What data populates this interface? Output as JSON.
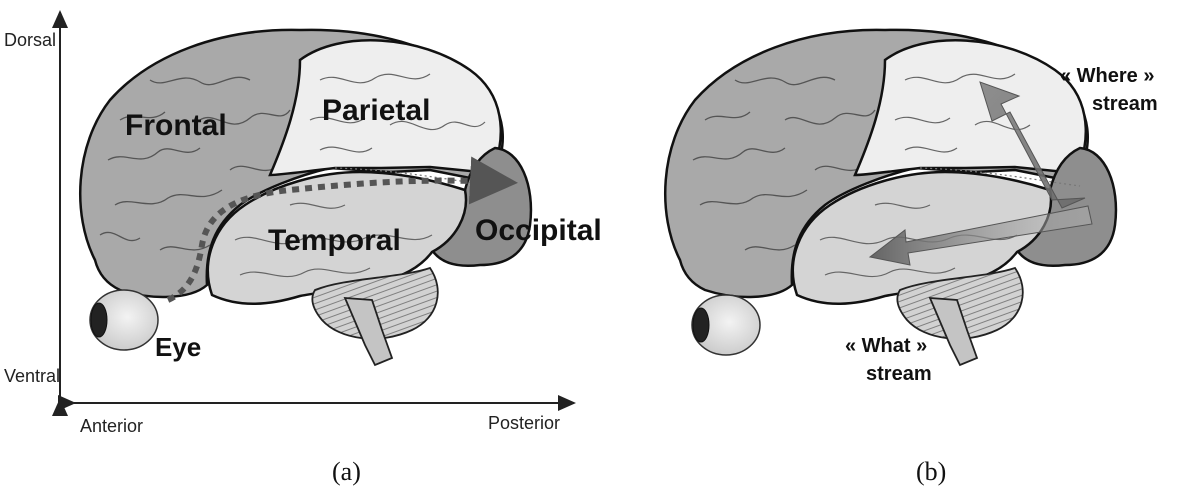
{
  "axes": {
    "dorsal": "Dorsal",
    "ventral": "Ventral",
    "anterior": "Anterior",
    "posterior": "Posterior"
  },
  "panel_a": {
    "caption": "(a)",
    "lobes": {
      "frontal": "Frontal",
      "parietal": "Parietal",
      "temporal": "Temporal",
      "occipital": "Occipital"
    },
    "eye_label": "Eye"
  },
  "panel_b": {
    "caption": "(b)",
    "where_stream": {
      "line1": "« Where »",
      "line2": "stream"
    },
    "what_stream": {
      "line1": "« What »",
      "line2": "stream"
    }
  },
  "colors": {
    "frontal": "#a9a9a9",
    "parietal": "#eeeeee",
    "temporal": "#d4d4d4",
    "occipital": "#8e8e8e",
    "cerebellum": "#cfcfcf",
    "pathway": "#555555",
    "stream_arrow": "#7a7a7a"
  }
}
